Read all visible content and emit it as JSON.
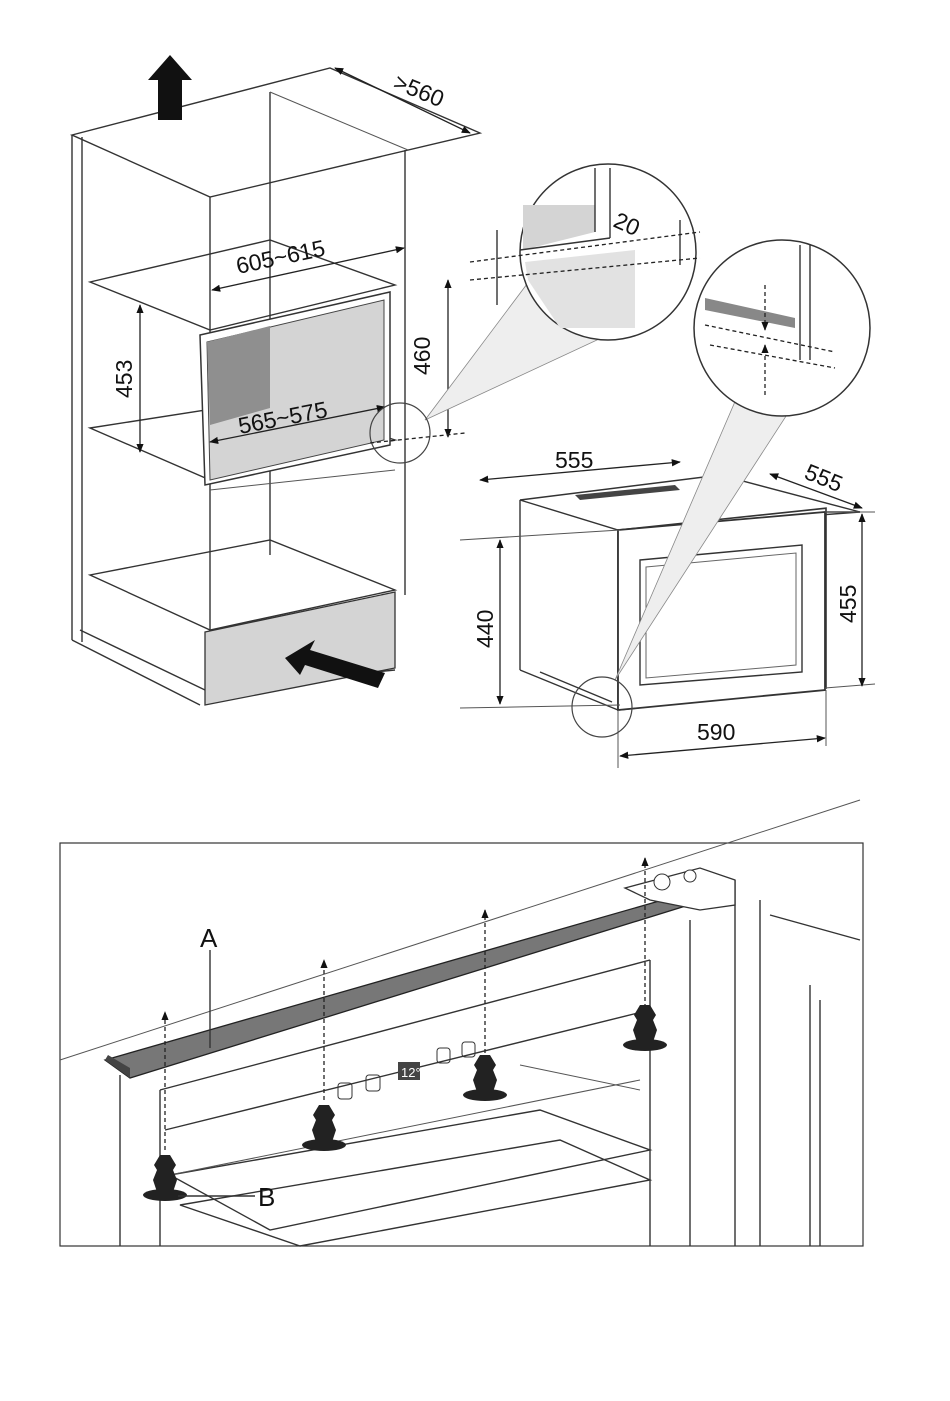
{
  "installation_diagram": {
    "cabinet_depth": ">560",
    "cabinet_width": "605~615",
    "opening_height_left": "453",
    "opening_height_right": "460",
    "opening_depth": "565~575",
    "detail_gap": "20",
    "appliance_width": "555",
    "appliance_depth": "555",
    "appliance_height_front": "440",
    "appliance_height_back": "455",
    "appliance_width_door": "590"
  },
  "mounting_diagram": {
    "label_a": "A",
    "label_b": "B",
    "display_readout": "12°"
  },
  "colors": {
    "line": "#333333",
    "panel_fill": "#d4d4d4",
    "dark_panel": "#8f8f8f",
    "arrow": "#111111"
  }
}
